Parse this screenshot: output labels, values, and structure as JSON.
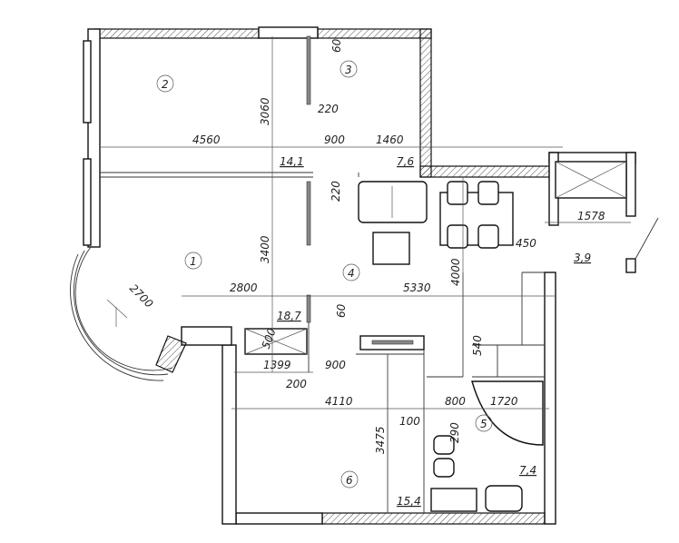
{
  "rooms": [
    {
      "number": "1",
      "area": "18,7"
    },
    {
      "number": "2",
      "area": "14,1"
    },
    {
      "number": "3",
      "area": "7,6"
    },
    {
      "number": "4",
      "area": "3,9"
    },
    {
      "number": "5",
      "area": "7,4"
    },
    {
      "number": "6",
      "area": "15,4"
    }
  ],
  "dimensions": {
    "d4560": "4560",
    "d900a": "900",
    "d1460": "1460",
    "d3060": "3060",
    "d220a": "220",
    "d220b": "220",
    "d60a": "60",
    "d60b": "60",
    "d3400": "3400",
    "d2700": "2700",
    "d2800": "2800",
    "d5330": "5330",
    "d4000": "4000",
    "d1578": "1578",
    "d450": "450",
    "d500": "500",
    "d1399": "1399",
    "d900b": "900",
    "d200": "200",
    "d540": "540",
    "d4110": "4110",
    "d800": "800",
    "d1720": "1720",
    "d100": "100",
    "d290": "290",
    "d3475": "3475"
  }
}
